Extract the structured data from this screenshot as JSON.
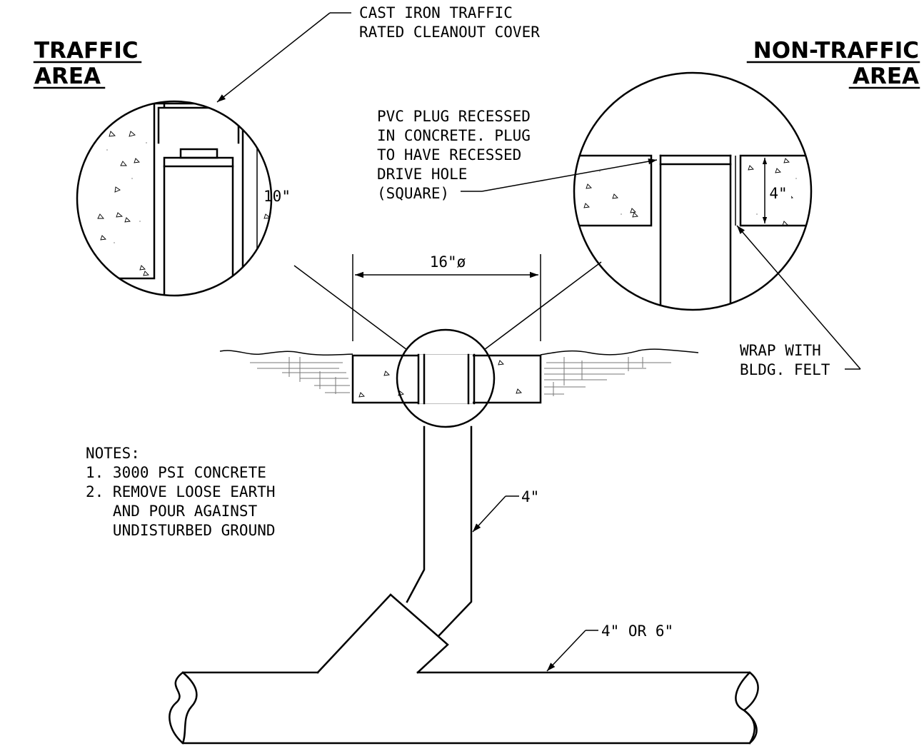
{
  "headings": {
    "traffic": [
      "TRAFFIC",
      "AREA"
    ],
    "non_traffic": [
      "NON-TRAFFIC",
      "AREA"
    ]
  },
  "callouts": {
    "cover": [
      "CAST IRON TRAFFIC",
      "RATED CLEANOUT COVER"
    ],
    "plug": [
      "PVC PLUG RECESSED",
      "IN CONCRETE. PLUG",
      "TO HAVE RECESSED",
      "DRIVE HOLE",
      "(SQUARE)"
    ],
    "wrap": [
      "WRAP WITH",
      "BLDG. FELT"
    ]
  },
  "dimensions": {
    "depth_traffic": "10\"",
    "depth_non_traffic": "4\"",
    "pad_diameter": "16\"ø",
    "riser_size": "4\"",
    "main_size": "4\" OR 6\""
  },
  "notes": {
    "title": "NOTES:",
    "items": [
      "1. 3000 PSI CONCRETE",
      "2. REMOVE LOOSE EARTH",
      "   AND POUR AGAINST",
      "   UNDISTURBED GROUND"
    ]
  }
}
